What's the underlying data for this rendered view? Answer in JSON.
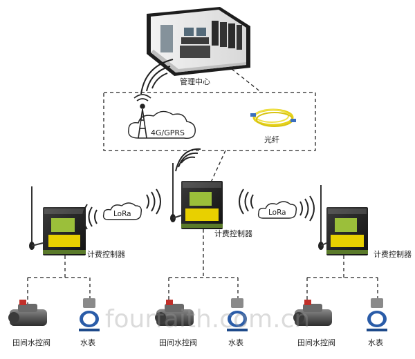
{
  "management_center": {
    "label": "管理中心"
  },
  "network_box": {
    "cellular_label": "4G/GPRS",
    "fiber_label": "光纤"
  },
  "lora": {
    "label": "LoRa"
  },
  "controllers": [
    {
      "label": "计费控制器"
    },
    {
      "label": "计费控制器"
    },
    {
      "label": "计费控制器"
    }
  ],
  "field_units": [
    {
      "valve_label": "田间水控阀",
      "meter_label": "水表"
    },
    {
      "valve_label": "田间水控阀",
      "meter_label": "水表"
    },
    {
      "valve_label": "田间水控阀",
      "meter_label": "水表"
    }
  ],
  "watermark": "fourfaith.com.cn",
  "colors": {
    "lcd_green": "#9bbf3a",
    "keypad_yellow": "#e8d000",
    "fiber_yellow": "#e6d21a",
    "valve_blue": "#2a5ca8",
    "valve_red": "#c0302a"
  }
}
